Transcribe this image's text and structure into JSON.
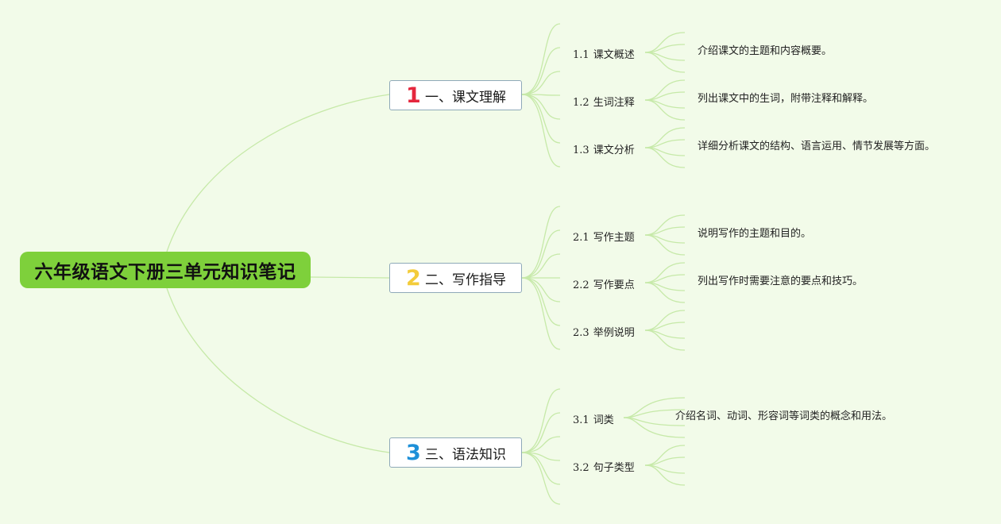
{
  "title": "六年级语文下册三单元知识笔记",
  "colors": {
    "background": "#f2fbe9",
    "root_fill": "#7ed03b",
    "connector": "#c6e9a8",
    "num1": "#e5273d",
    "num2": "#f3cc3a",
    "num3": "#1e90d8"
  },
  "sections": [
    {
      "num": "1",
      "label": "一、课文理解",
      "items": [
        {
          "idx": "1.1",
          "label": "课文概述",
          "desc": "介绍课文的主题和内容概要。"
        },
        {
          "idx": "1.2",
          "label": "生词注释",
          "desc": "列出课文中的生词，附带注释和解释。"
        },
        {
          "idx": "1.3",
          "label": "课文分析",
          "desc": "详细分析课文的结构、语言运用、情节发展等方面。"
        }
      ]
    },
    {
      "num": "2",
      "label": "二、写作指导",
      "items": [
        {
          "idx": "2.1",
          "label": "写作主题",
          "desc": "说明写作的主题和目的。"
        },
        {
          "idx": "2.2",
          "label": "写作要点",
          "desc": "列出写作时需要注意的要点和技巧。"
        },
        {
          "idx": "2.3",
          "label": "举例说明",
          "desc": ""
        }
      ]
    },
    {
      "num": "3",
      "label": "三、语法知识",
      "items": [
        {
          "idx": "3.1",
          "label": "词类",
          "desc": "介绍名词、动词、形容词等词类的概念和用法。"
        },
        {
          "idx": "3.2",
          "label": "句子类型",
          "desc": ""
        }
      ]
    }
  ]
}
